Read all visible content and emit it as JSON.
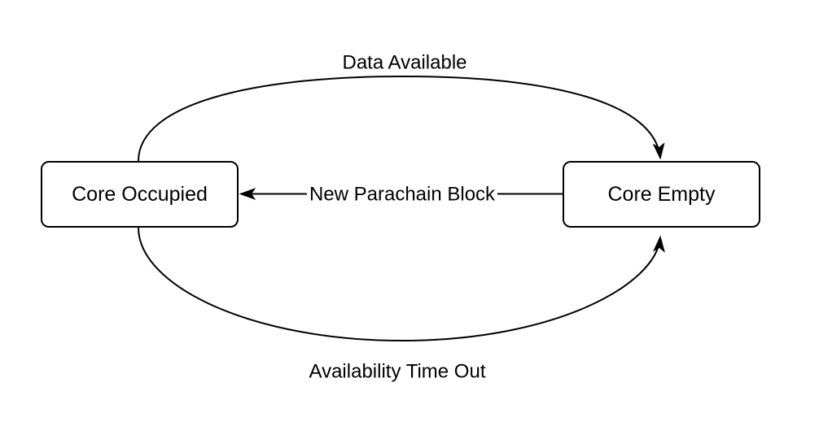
{
  "diagram": {
    "type": "state-diagram",
    "background_color": "#ffffff",
    "stroke_color": "#000000",
    "text_color": "#000000",
    "states": [
      {
        "label": "Core Occupied"
      },
      {
        "label": "Core Empty"
      }
    ],
    "transitions": [
      {
        "label": "Data Available",
        "from": "Core Occupied",
        "to": "Core Empty",
        "shape": "curved-top"
      },
      {
        "label": "New Parachain Block",
        "from": "Core Empty",
        "to": "Core Occupied",
        "shape": "straight-middle"
      },
      {
        "label": "Availability Time Out",
        "from": "Core Occupied",
        "to": "Core Empty",
        "shape": "curved-bottom"
      }
    ]
  }
}
